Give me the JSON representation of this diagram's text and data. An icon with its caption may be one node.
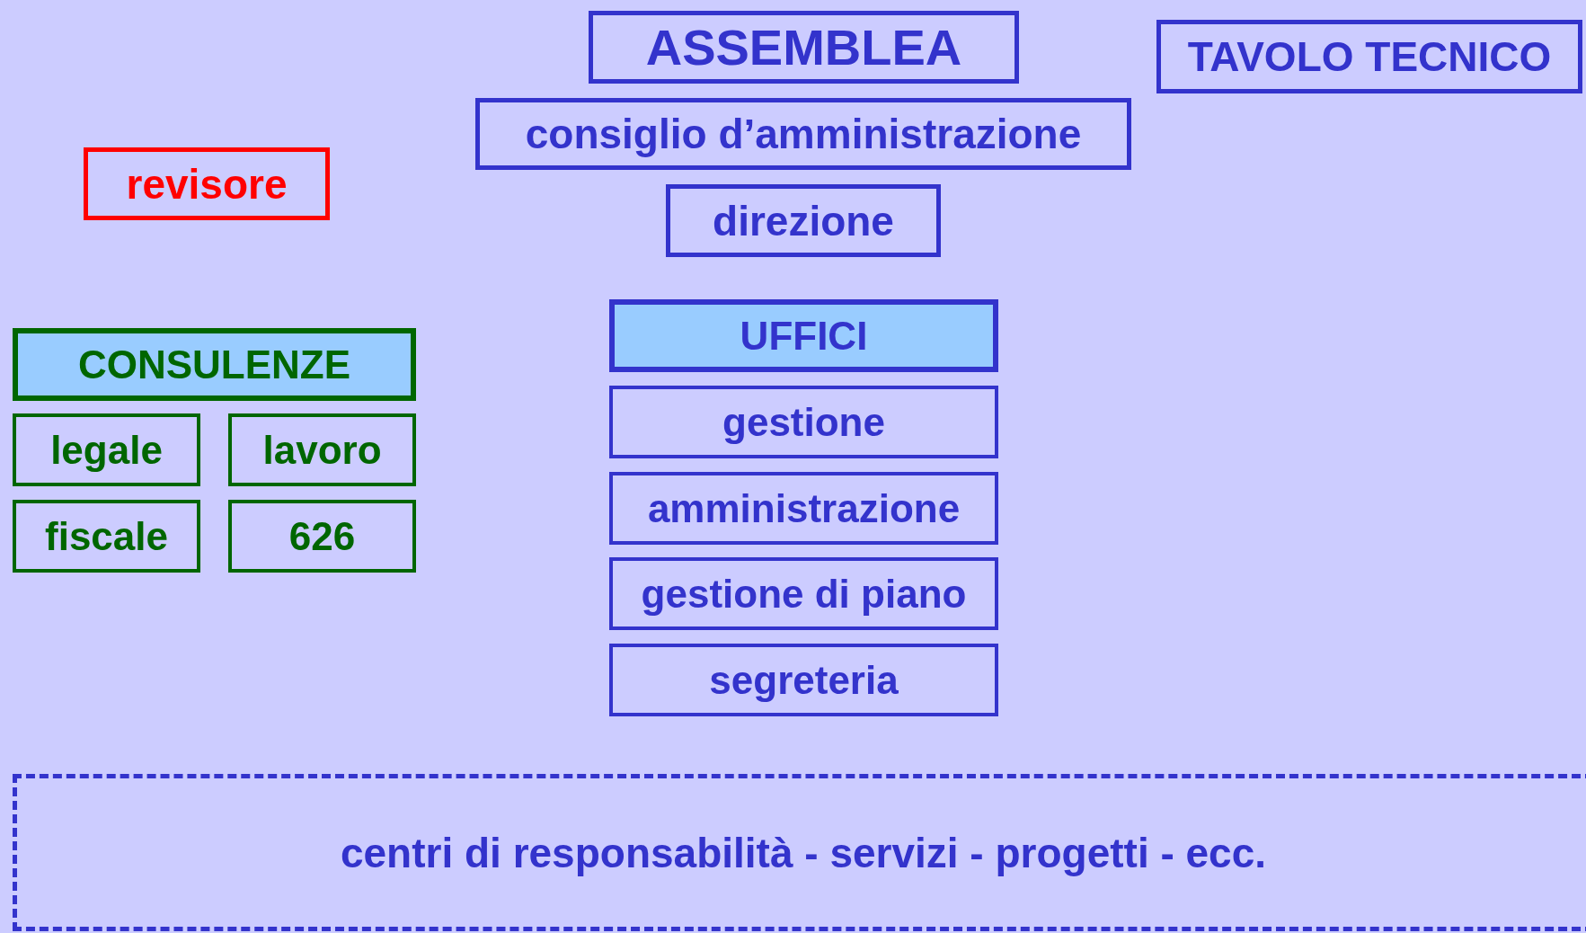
{
  "diagram": {
    "nodes": [
      {
        "text": [
          "ASSEMBLEA"
        ]
      },
      {
        "text": [
          "TAVOLO TECNICO"
        ]
      },
      {
        "text": [
          "consiglio d’amministrazione"
        ]
      },
      {
        "text": [
          "revisore"
        ]
      },
      {
        "text": [
          "direzione"
        ]
      },
      {
        "text": [
          "CONSULENZE"
        ]
      },
      {
        "text": [
          "UFFICI"
        ]
      },
      {
        "text": [
          "legale"
        ]
      },
      {
        "text": [
          "lavoro"
        ]
      },
      {
        "text": [
          "gestione"
        ]
      },
      {
        "text": [
          "amministrazione"
        ]
      },
      {
        "text": [
          "fiscale"
        ]
      },
      {
        "text": [
          "626"
        ]
      },
      {
        "text": [
          "gestione di piano"
        ]
      },
      {
        "text": [
          "segreteria"
        ]
      },
      {
        "text": [
          "centri di responsabilità - servizi - progetti - ecc."
        ]
      }
    ]
  }
}
